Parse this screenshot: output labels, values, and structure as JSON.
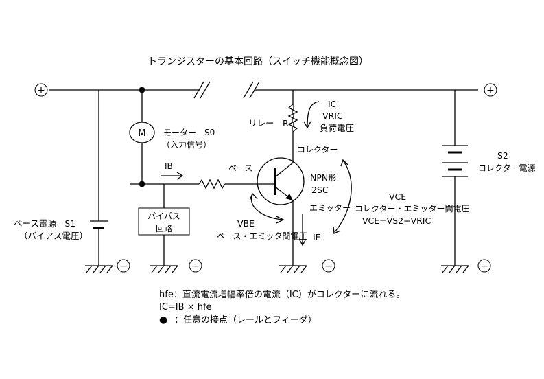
{
  "title": "トランジスターの基本回路（スイッチ機能概念図）",
  "symbols": {
    "plus": "+",
    "minus": "−"
  },
  "motor": {
    "symbol": "M",
    "label_line1": "モーター　S0",
    "label_line2": "（入力信号）"
  },
  "relay": {
    "label": "リレー　R"
  },
  "ic_label": {
    "line1": "IC",
    "line2": "VRIC",
    "line3": "負荷電圧"
  },
  "ib_label": "IB",
  "base_label": "ベース",
  "collector_label": "コレクター",
  "emitter_label": "エミッター",
  "transistor": {
    "line1": "NPN形",
    "line2": "2SC"
  },
  "bypass": {
    "line1": "バイパス",
    "line2": "回路"
  },
  "base_supply": {
    "line1": "ベース電源　S1",
    "line2": "（バイアス電圧）"
  },
  "collector_supply": {
    "line1": "S2",
    "line2": "コレクター電源"
  },
  "vce": {
    "line1": "VCE",
    "line2": "コレクター・エミッター間電圧",
    "line3": "VCE=VS2−VRIC"
  },
  "vbe": {
    "line1": "VBE",
    "line2": "ベース・エミッタ間電圧"
  },
  "ie_label": "IE",
  "notes": {
    "line1": "hfe：直流電流増幅率倍の電流（IC）がコレクターに流れる。",
    "line2": "IC=IB × hfe",
    "line3_bullet": "●",
    "line3_text": "：任意の接点（レールとフィーダ）"
  }
}
